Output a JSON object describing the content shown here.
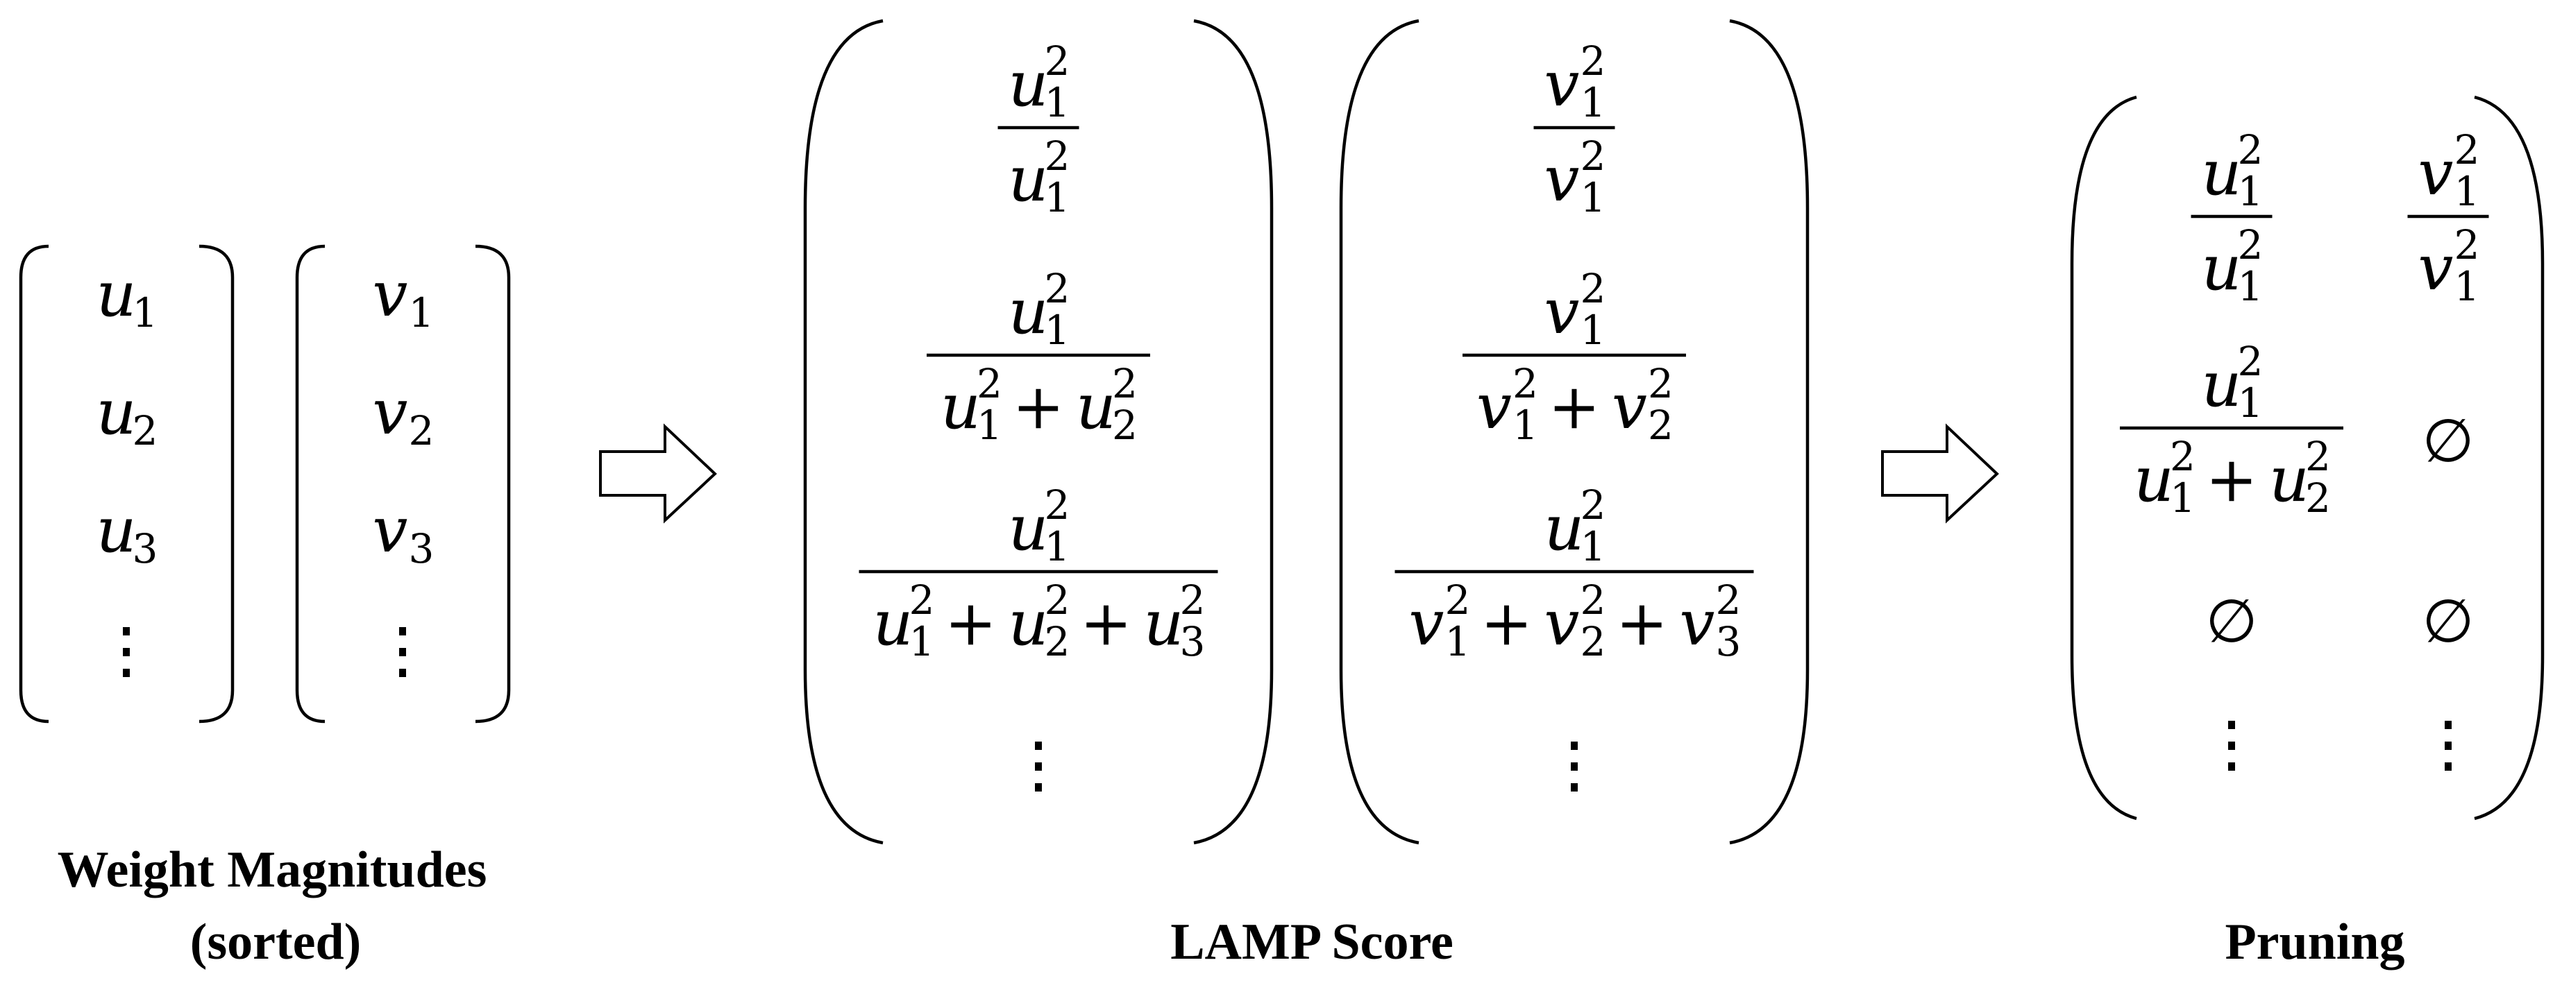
{
  "labels": {
    "weights_line1": "Weight Magnitudes",
    "weights_line2": "(sorted)",
    "lamp": "LAMP Score",
    "pruning": "Pruning"
  },
  "symbols": {
    "u": "u",
    "v": "v",
    "squared": "2",
    "plus": "+",
    "empty_set": "∅"
  },
  "weight_vectors": [
    {
      "name": "u",
      "indices": [
        "1",
        "2",
        "3"
      ],
      "continues": true
    },
    {
      "name": "v",
      "indices": [
        "1",
        "2",
        "3"
      ],
      "continues": true
    }
  ],
  "lamp_scores": [
    {
      "name": "u",
      "rows": [
        {
          "numerator": "1",
          "denominator": [
            "1"
          ]
        },
        {
          "numerator": "1",
          "denominator": [
            "1",
            "2"
          ]
        },
        {
          "numerator": "1",
          "denominator": [
            "1",
            "2",
            "3"
          ]
        }
      ],
      "continues": true
    },
    {
      "name": "v",
      "rows": [
        {
          "numerator": "1",
          "denominator": [
            "1"
          ]
        },
        {
          "numerator": "1",
          "denominator": [
            "1",
            "2"
          ]
        },
        {
          "numerator": "1",
          "denominator": [
            "1",
            "2",
            "3"
          ],
          "numerator_var": "u"
        }
      ],
      "continues": true
    }
  ],
  "pruning": {
    "columns": [
      {
        "name": "u",
        "cells": [
          {
            "kind": "fraction",
            "numerator": "1",
            "denominator": [
              "1"
            ]
          },
          {
            "kind": "fraction",
            "numerator": "1",
            "denominator": [
              "1",
              "2"
            ]
          },
          {
            "kind": "empty"
          }
        ],
        "continues": true
      },
      {
        "name": "v",
        "cells": [
          {
            "kind": "fraction",
            "numerator": "1",
            "denominator": [
              "1"
            ]
          },
          {
            "kind": "empty"
          },
          {
            "kind": "empty"
          }
        ],
        "continues": true
      }
    ]
  }
}
